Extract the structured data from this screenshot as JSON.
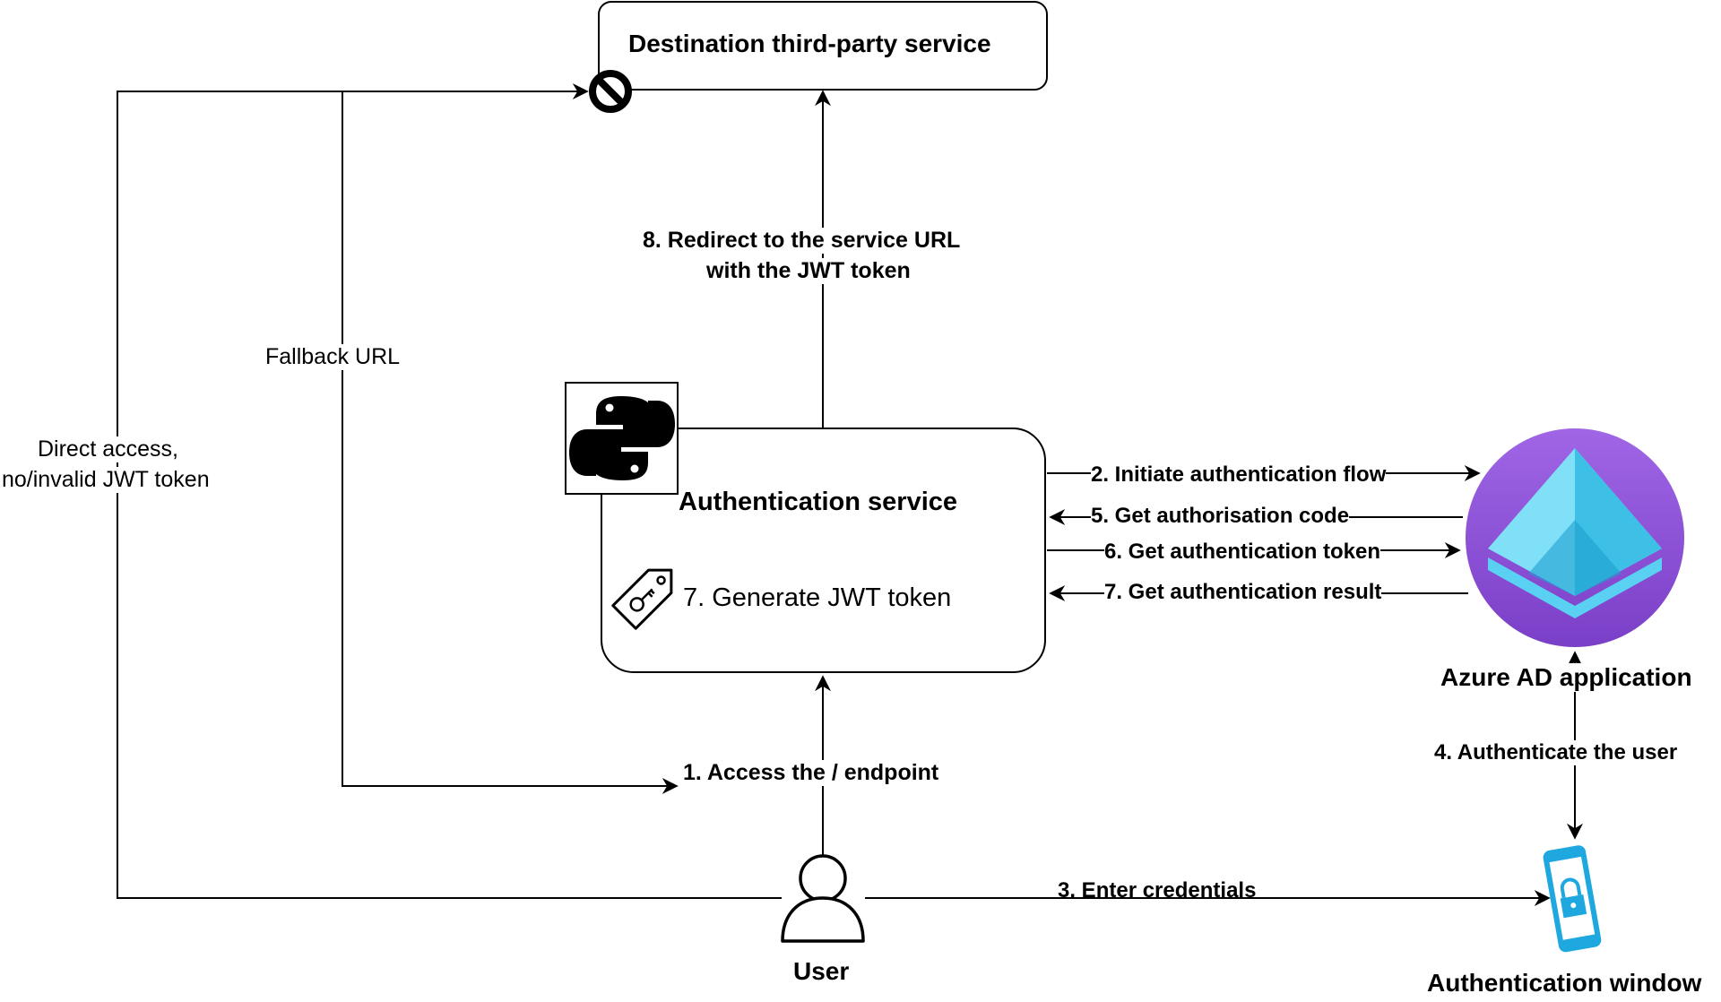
{
  "nodes": {
    "destination": "Destination third-party service",
    "auth_service": "Authentication service",
    "generate_jwt": "7. Generate JWT token",
    "azure_ad": "Azure AD application",
    "user": "User",
    "auth_window": "Authentication window"
  },
  "edges": {
    "step1": "1. Access the / endpoint",
    "step2": "2. Initiate authentication flow",
    "step3": "3. Enter credentials",
    "step4": "4. Authenticate the user",
    "step5": "5. Get authorisation code",
    "step6": "6. Get authentication token",
    "step7": "7. Get authentication result",
    "step8_line1": "8. Redirect to the service URL",
    "step8_line2": "with the JWT token",
    "fallback": "Fallback URL",
    "direct_line1": "Direct access,",
    "direct_line2": "no/invalid JWT token"
  },
  "icons": {
    "blocked": "no-entry-icon",
    "python": "python-logo-icon",
    "key_tag": "key-tag-icon",
    "azure_ad": "azure-ad-icon",
    "user": "user-icon",
    "phone_lock": "phone-lock-icon"
  },
  "colors": {
    "azure_purple": "#8f4fd8",
    "azure_light": "#6ed4f0",
    "phone_blue": "#1fa8e0"
  }
}
